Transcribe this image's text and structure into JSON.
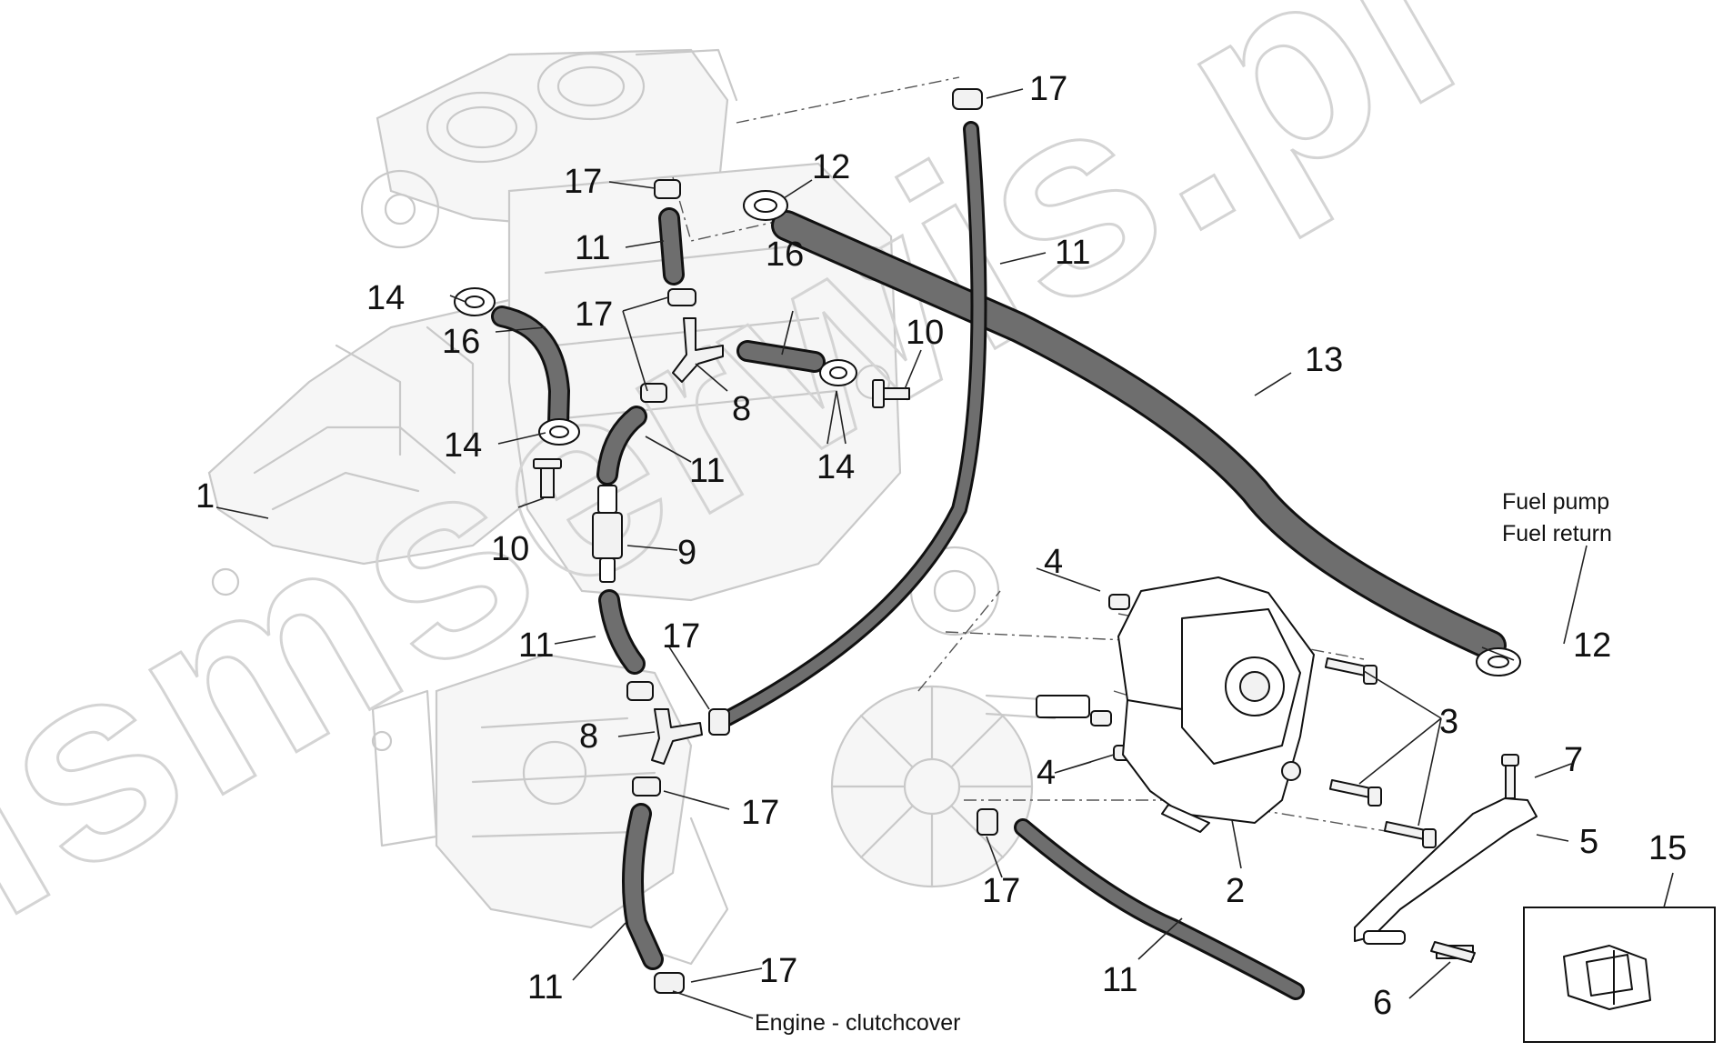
{
  "watermark": "ismserwis.pl",
  "callouts": {
    "c1": "1",
    "c2": "2",
    "c3": "3",
    "c4a": "4",
    "c4b": "4",
    "c5": "5",
    "c6": "6",
    "c7": "7",
    "c8a": "8",
    "c8b": "8",
    "c9": "9",
    "c10a": "10",
    "c10b": "10",
    "c11a": "11",
    "c11b": "11",
    "c11c": "11",
    "c11d": "11",
    "c11e": "11",
    "c11f": "11",
    "c12a": "12",
    "c12b": "12",
    "c13": "13",
    "c14a": "14",
    "c14b": "14",
    "c14c": "14",
    "c15": "15",
    "c16a": "16",
    "c16b": "16",
    "c17a": "17",
    "c17b": "17",
    "c17c": "17",
    "c17d": "17",
    "c17e": "17",
    "c17f": "17",
    "c17g": "17"
  },
  "notes": {
    "fuel_pump_line1": "Fuel pump",
    "fuel_pump_line2": "Fuel return",
    "engine_clutchcover": "Engine - clutchcover"
  },
  "colors": {
    "hose": "#6e6e6e",
    "outline": "#111111",
    "engine_ghost": "#c9c9c9",
    "watermark": "#d4d4d4"
  }
}
